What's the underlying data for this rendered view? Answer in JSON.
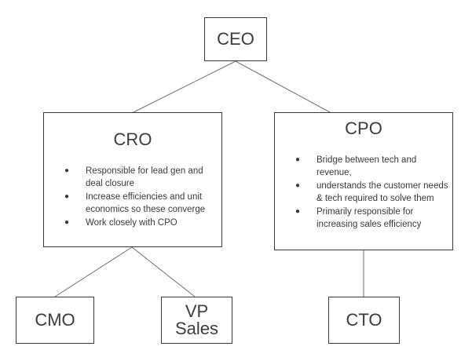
{
  "nodes": {
    "ceo": {
      "title": "CEO"
    },
    "cro": {
      "title": "CRO",
      "bullets": [
        "Responsible for lead gen and deal closure",
        "Increase efficiencies and unit economics so these converge",
        "Work closely with CPO"
      ]
    },
    "cpo": {
      "title": "CPO",
      "bullets": [
        "Bridge between tech and revenue,",
        "understands the customer needs & tech required to solve them",
        "Primarily responsible for increasing sales efficiency"
      ]
    },
    "cmo": {
      "title": "CMO"
    },
    "vp_sales": {
      "title_line1": "VP",
      "title_line2": "Sales"
    },
    "cto": {
      "title": "CTO"
    }
  },
  "colors": {
    "border": "#3a3a3a",
    "connector": "#6e6e6e",
    "text": "#3c3c3c"
  }
}
